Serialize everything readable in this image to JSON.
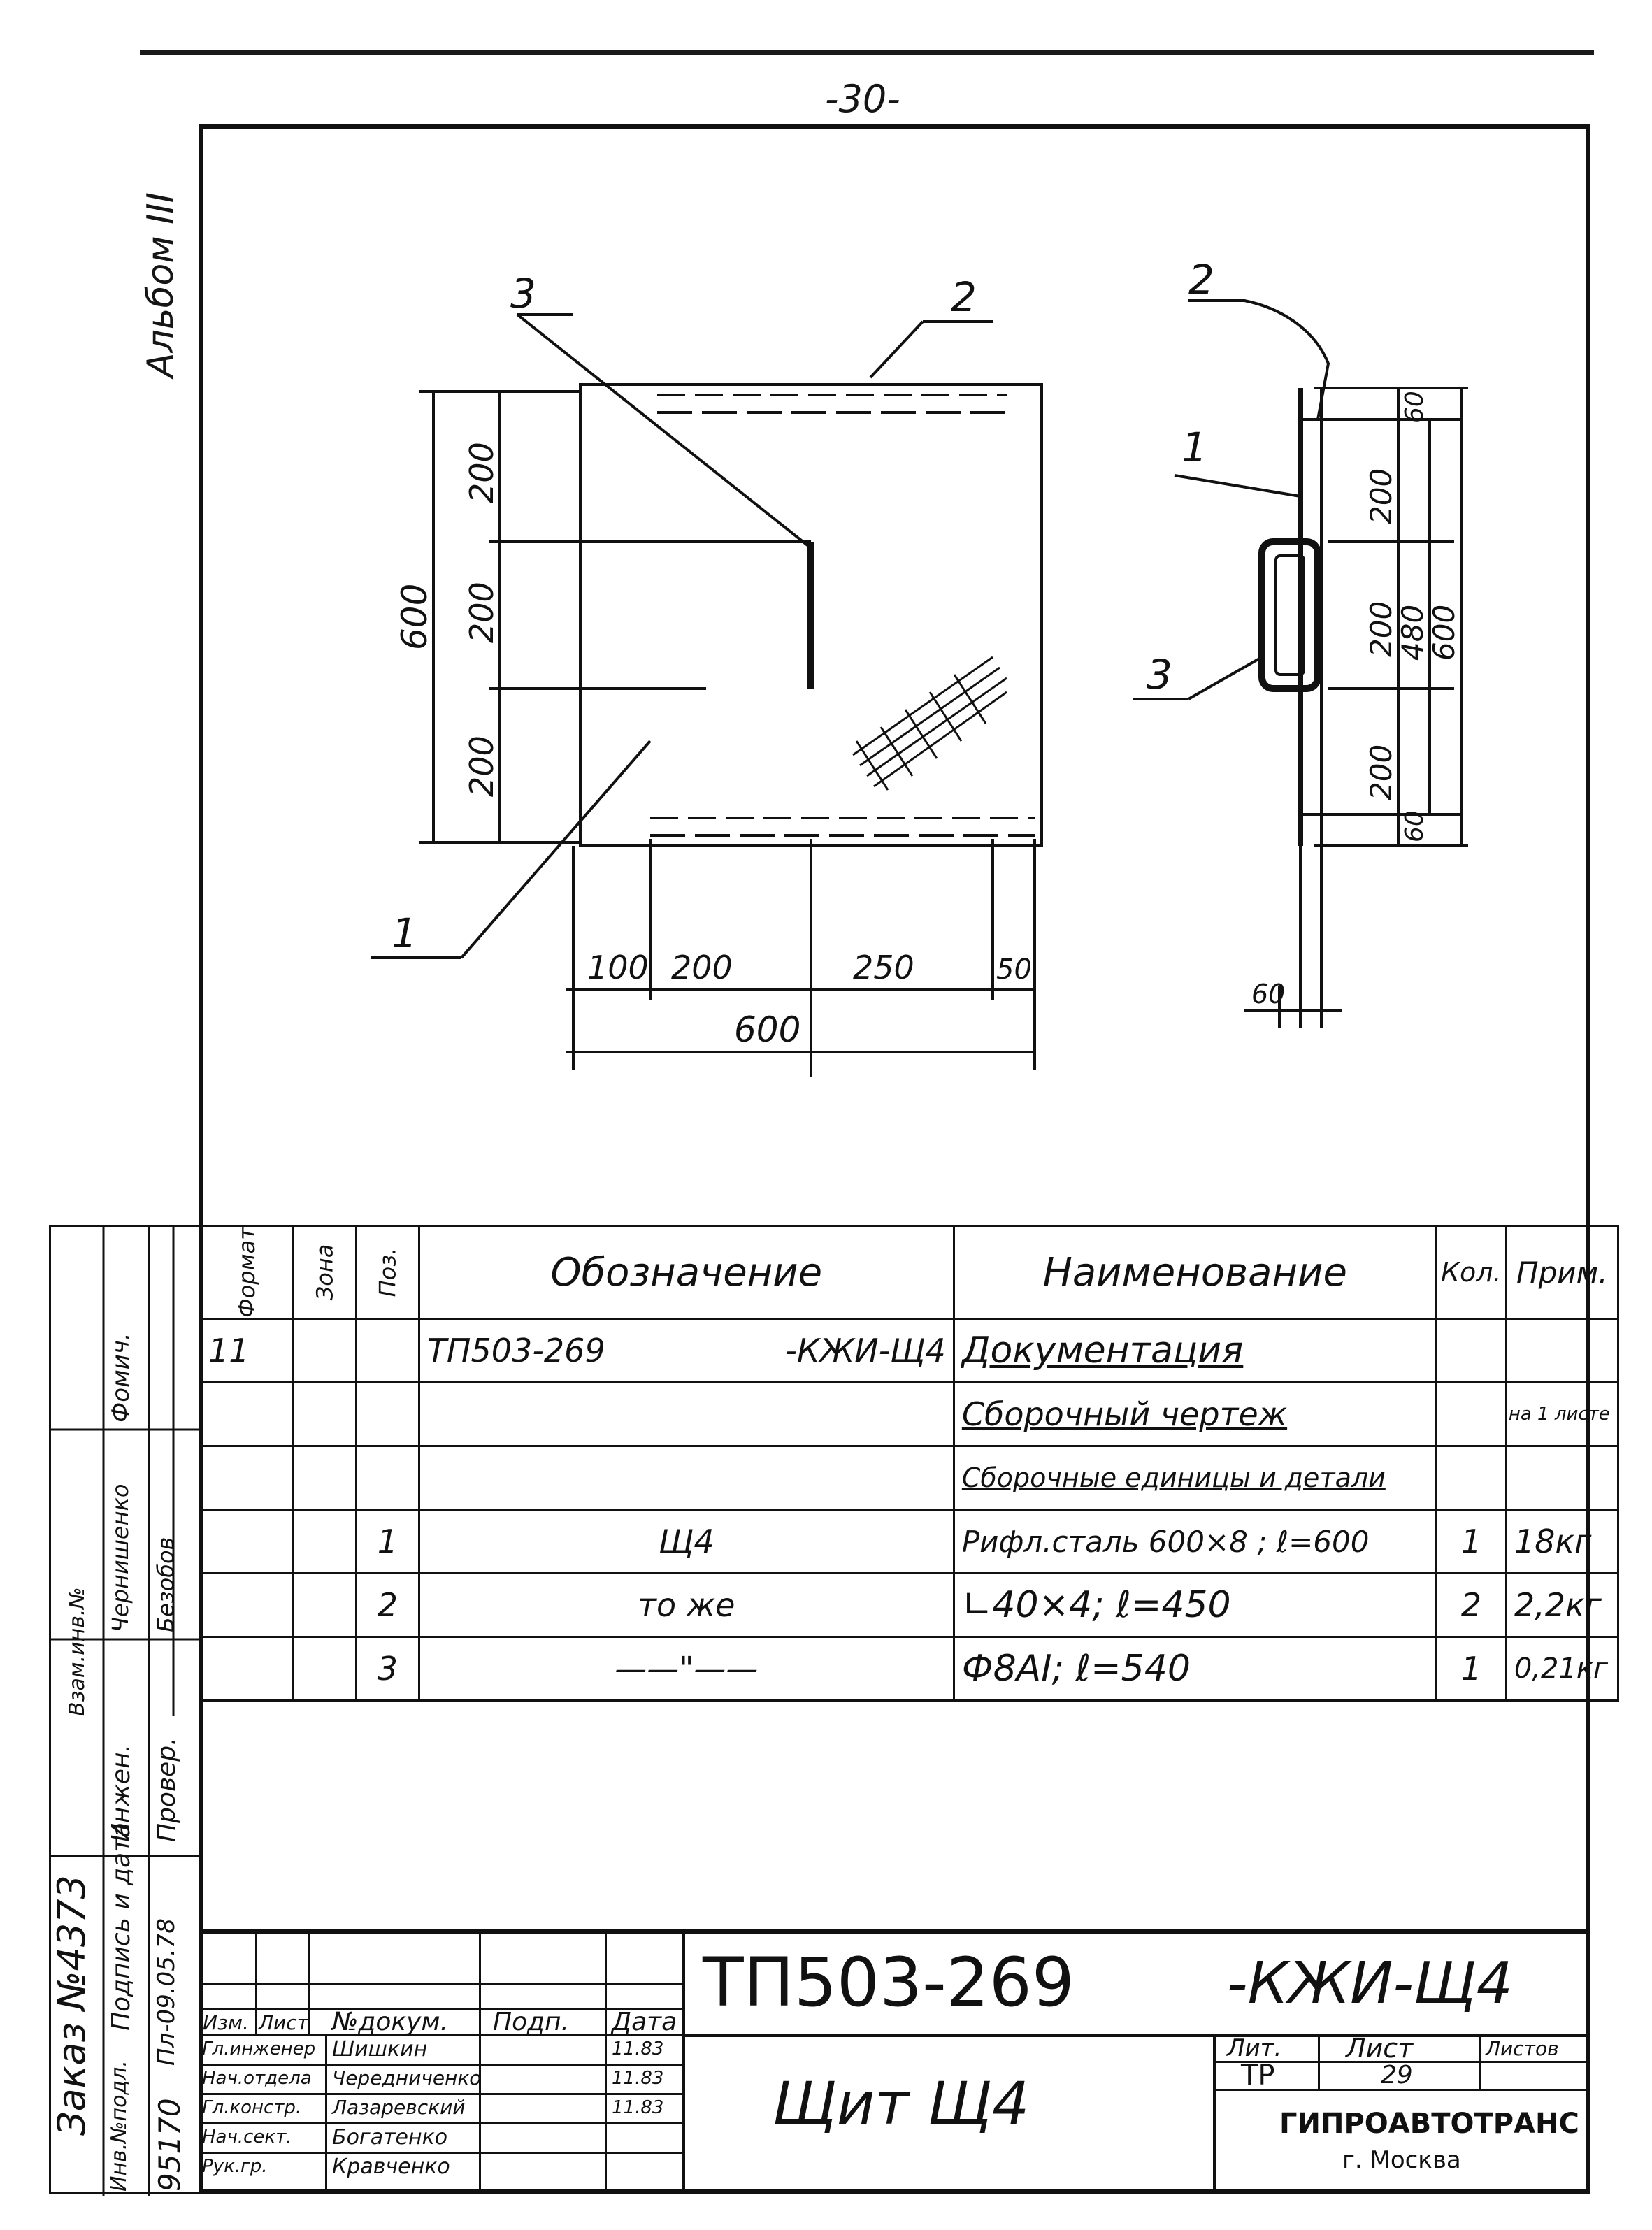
{
  "page_number": "-30-",
  "side_label": "Альбом III",
  "drawing": {
    "main_view": {
      "leader_labels": [
        "3",
        "2",
        "1"
      ],
      "dims_vertical_left": [
        "200",
        "200",
        "200"
      ],
      "dim_overall_height": "600",
      "dims_horizontal": [
        "100",
        "200",
        "250",
        "50"
      ],
      "dim_overall_width": "600"
    },
    "side_view": {
      "leader_labels": [
        "2",
        "1",
        "3"
      ],
      "dims_inner": [
        "200",
        "200",
        "200"
      ],
      "dims_ends": [
        "60",
        "60"
      ],
      "dim_middle": "480",
      "dim_overall": "600",
      "dim_bottom": "60"
    }
  },
  "spec_table": {
    "headers": {
      "format": "Формат",
      "zone": "Зона",
      "pos": "Поз.",
      "designation": "Обозначение",
      "name": "Наименование",
      "qty": "Кол.",
      "note": "Прим."
    },
    "rows": [
      {
        "format": "11",
        "zone": "",
        "pos": "",
        "designation": "ТП503-269",
        "designation_suffix": "-КЖИ-Щ4",
        "name": "Документация",
        "qty": "",
        "note": ""
      },
      {
        "format": "",
        "zone": "",
        "pos": "",
        "designation": "",
        "designation_suffix": "",
        "name": "Сборочный чертеж",
        "qty": "",
        "note": "на 1 листе"
      },
      {
        "format": "",
        "zone": "",
        "pos": "",
        "designation": "",
        "designation_suffix": "",
        "name": "Сборочные единицы и детали",
        "qty": "",
        "note": ""
      },
      {
        "format": "",
        "zone": "",
        "pos": "1",
        "designation": "Щ4",
        "designation_suffix": "",
        "name": "Рифл.сталь 600×8 ; ℓ=600",
        "qty": "1",
        "note": "18кг"
      },
      {
        "format": "",
        "zone": "",
        "pos": "2",
        "designation": "то же",
        "designation_suffix": "",
        "name": "∟40×4; ℓ=450",
        "qty": "2",
        "note": "2,2кг"
      },
      {
        "format": "",
        "zone": "",
        "pos": "3",
        "designation": "——\"——",
        "designation_suffix": "",
        "name": "Ф8АI; ℓ=540",
        "qty": "1",
        "note": "0,21кг"
      }
    ]
  },
  "title_block": {
    "code": "ТП503-269",
    "code_suffix": "-КЖИ-Щ4",
    "item_name": "Щит Щ4",
    "col_headers": [
      "Изм.",
      "Лист",
      "№докум.",
      "Подп.",
      "Дата"
    ],
    "signatures": [
      {
        "role": "Гл.инженер",
        "name": "Шишкин"
      },
      {
        "role": "Нач.отдела",
        "name": "Чередниченко"
      },
      {
        "role": "Гл.констр.",
        "name": "Лазаревский"
      },
      {
        "role": "Нач.сект.",
        "name": "Богатенко"
      },
      {
        "role": "Рук.гр.",
        "name": "Кравченко"
      }
    ],
    "dates": [
      "11.83",
      "11.83",
      "11.83"
    ],
    "stage_label": "Лит.",
    "sheet_label": "Лист",
    "sheets_label": "Листов",
    "stage": "ТР",
    "sheet": "29",
    "org": "ГИПРОАВТОТРАНС",
    "city": "г. Москва"
  },
  "binding_strip": {
    "order": "Заказ №4373",
    "inv_label": "Инв.№подл.",
    "inv_number": "95170",
    "sign_date_label": "Подпись и дата",
    "sign_date": "Пл-09.05.78",
    "swap_label": "Взам.инв.№",
    "col_inzh": "Инжен.",
    "col_prov": "Провер.",
    "col_cher": "Чернишенко",
    "col_bez": "Безобов",
    "col_fom": "Фомич."
  }
}
